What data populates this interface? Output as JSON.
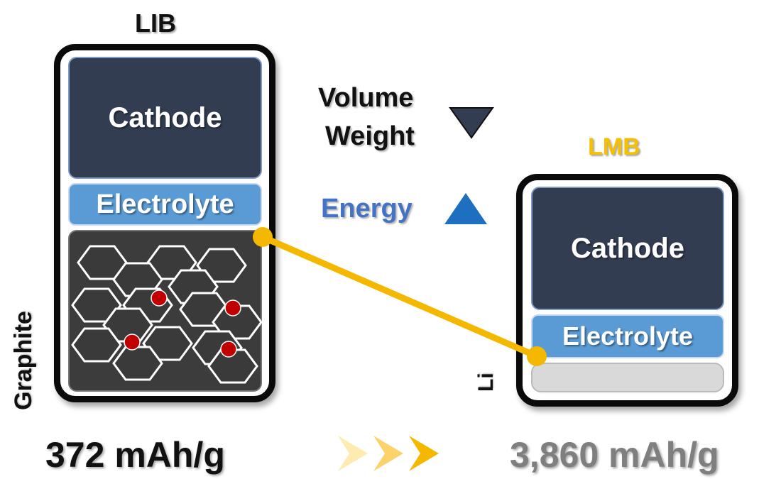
{
  "lib": {
    "title": "LIB",
    "cathode": "Cathode",
    "electrolyte": "Electrolyte",
    "anode_label": "Graphite",
    "capacity": "372 mAh/g"
  },
  "lmb": {
    "title": "LMB",
    "cathode": "Cathode",
    "electrolyte": "Electrolyte",
    "anode_label": "Li",
    "capacity": "3,860 mAh/g"
  },
  "comparison": {
    "decrease_labels": [
      "Volume",
      "Weight"
    ],
    "increase_label": "Energy",
    "decrease_icon": "triangle-down-icon",
    "increase_icon": "triangle-up-icon",
    "arrows_icon": "triple-chevron-right-icon"
  },
  "colors": {
    "cathode": "#333d52",
    "electrolyte": "#5b9bd5",
    "graphite": "#3c3c3c",
    "lithium": "#d9d9d9",
    "connector": "#f5b800",
    "lmb_title": "#f5c000",
    "energy": "#4472c4",
    "lithium_ion_dot": "#c00000"
  }
}
